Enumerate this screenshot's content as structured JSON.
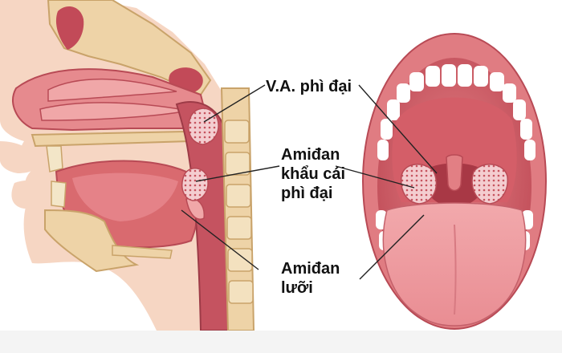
{
  "labels": {
    "va": "V.A. phì đại",
    "palatine": [
      "Amiđan",
      "khẩu cái",
      "phì đại"
    ],
    "lingual": [
      "Amiđan",
      "lưỡi"
    ]
  },
  "colors": {
    "tissue": "#d96a6f",
    "tissue_dark": "#b84a55",
    "tissue_light": "#f0a7a8",
    "bone": "#eed3a7",
    "bone_edge": "#c9a36a",
    "skin": "#f6d6c3",
    "tonsil": "#f3c6c9",
    "teeth": "#ffffff",
    "line": "#222222"
  }
}
